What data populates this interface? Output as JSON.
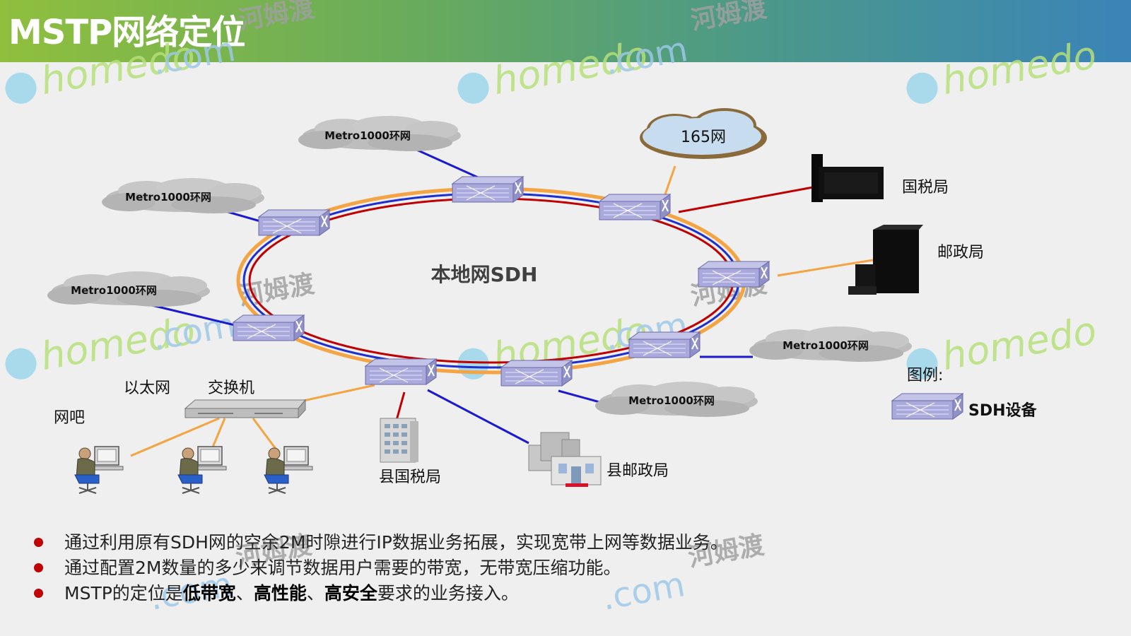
{
  "title": "MSTP网络定位",
  "watermark": {
    "brand": "homedo",
    "domain": ".com",
    "cn": "河姆渡"
  },
  "diagram": {
    "ring_label": "本地网SDH",
    "clouds": {
      "metro_top": "Metro1000环网",
      "metro_left_top": "Metro1000环网",
      "metro_left": "Metro1000环网",
      "metro_right": "Metro1000环网",
      "metro_bottom": "Metro1000环网",
      "net165": "165网"
    },
    "nodes": {
      "guoshui": "国税局",
      "youzheng": "邮政局",
      "xian_guoshui": "县国税局",
      "xian_youzheng": "县邮政局",
      "ethernet": "以太网",
      "switch": "交换机",
      "netbar": "网吧"
    },
    "legend": {
      "title": "图例:",
      "item": "SDH设备"
    }
  },
  "bullets": [
    {
      "parts": [
        {
          "text": "通过利用原有SDH网的空余2M时隙进行IP数据业务拓展，实现宽带上网等数据业务。",
          "bold": false
        }
      ]
    },
    {
      "parts": [
        {
          "text": "通过配置2M数量的多少来调节数据用户需要的带宽，无带宽压缩功能。",
          "bold": false
        }
      ]
    },
    {
      "parts": [
        {
          "text": "MSTP的定位是",
          "bold": false
        },
        {
          "text": "低带宽",
          "bold": true
        },
        {
          "text": "、",
          "bold": false
        },
        {
          "text": "高性能",
          "bold": true
        },
        {
          "text": "、",
          "bold": false
        },
        {
          "text": "高安全",
          "bold": true
        },
        {
          "text": "要求的业务接入。",
          "bold": false
        }
      ]
    }
  ],
  "colors": {
    "ring_orange": "#f4a442",
    "ring_blue": "#1d2fd1",
    "ring_red": "#c00000",
    "link_blue": "#1a1ad0",
    "link_red": "#c00000",
    "link_orange": "#f4a442",
    "bullet": "#c00000"
  }
}
